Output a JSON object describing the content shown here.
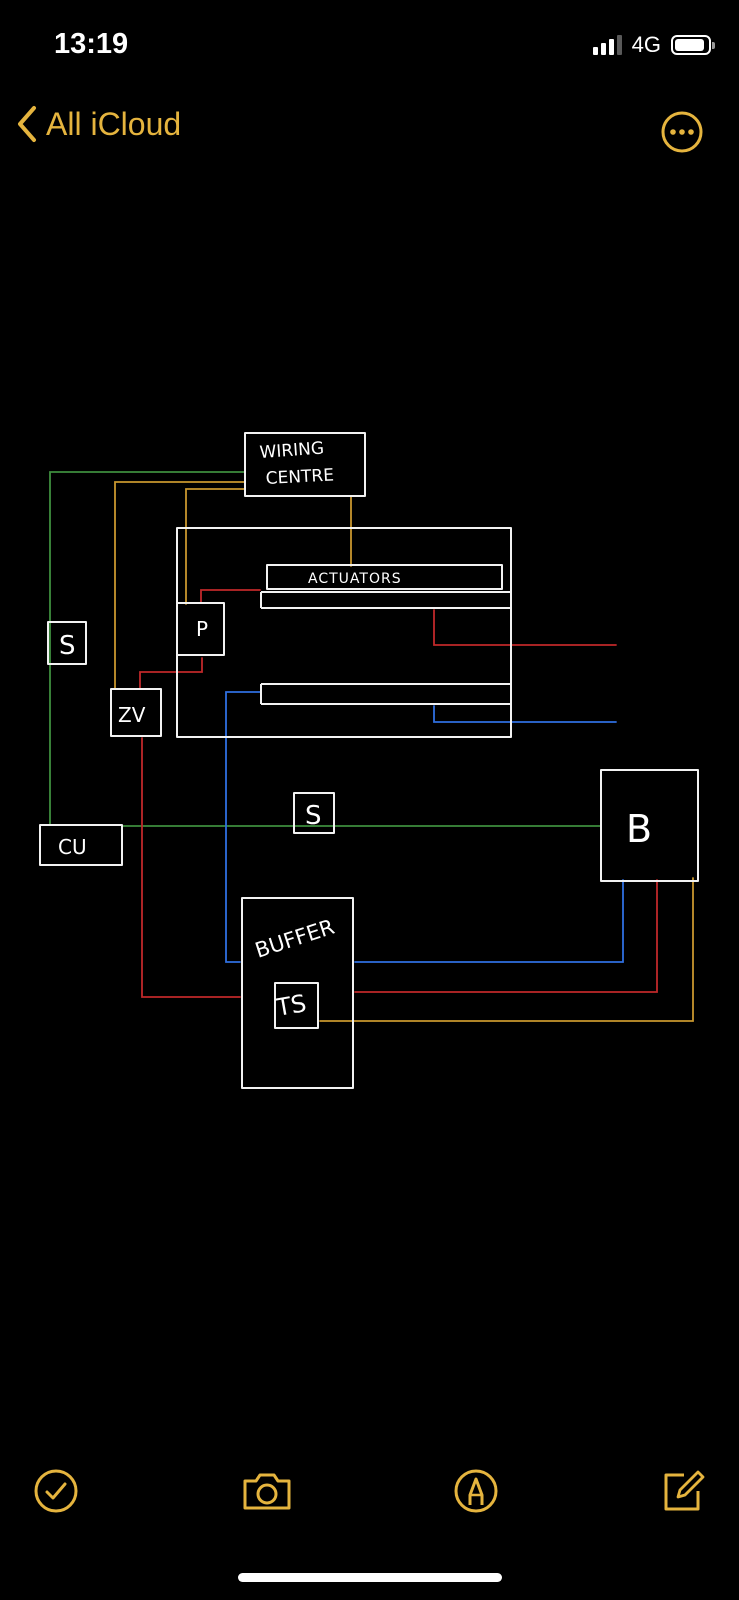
{
  "status_bar": {
    "time": "13:19",
    "network": "4G",
    "signal_bars_filled": 3,
    "signal_bars_total": 4,
    "battery_level": 0.9
  },
  "nav": {
    "back_label": "All iCloud",
    "back_icon": "chevron-left-icon",
    "more_icon": "ellipsis-circle-icon"
  },
  "sketch": {
    "labels": {
      "wiring_centre_line1": "WIRING",
      "wiring_centre_line2": "CENTRE",
      "actuators": "ACTUATORS",
      "pump": "P",
      "sensor_left": "S",
      "zone_valve": "ZV",
      "control_unit": "CU",
      "sensor_middle": "S",
      "boiler": "B",
      "buffer": "BUFFER",
      "temp_sensor": "TS"
    },
    "colors": {
      "green": "#3E8E3E",
      "orange": "#C8962E",
      "red": "#C0282A",
      "blue": "#2F6FE0",
      "white": "#F2F2F2"
    }
  },
  "toolbar": {
    "checklist_icon": "checklist-icon",
    "camera_icon": "camera-icon",
    "markup_icon": "markup-pen-icon",
    "compose_icon": "compose-icon"
  },
  "accent_color": "#E5B43E"
}
